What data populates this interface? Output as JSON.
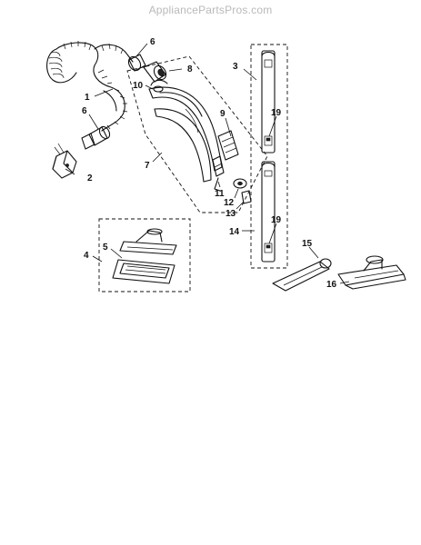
{
  "watermark": "AppliancePartsPros.com",
  "callouts": {
    "c1": "1",
    "c2": "2",
    "c3": "3",
    "c4": "4",
    "c5": "5",
    "c6a": "6",
    "c6b": "6",
    "c7": "7",
    "c8": "8",
    "c9": "9",
    "c10": "10",
    "c11": "11",
    "c12": "12",
    "c13": "13",
    "c14": "14",
    "c15": "15",
    "c16": "16",
    "c19a": "19",
    "c19b": "19"
  }
}
